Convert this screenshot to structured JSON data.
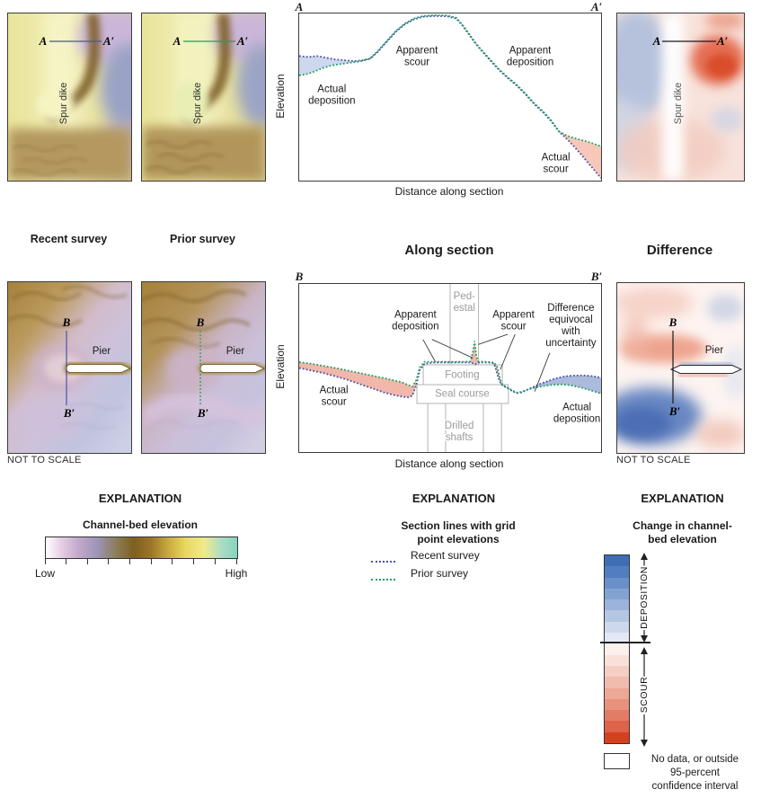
{
  "palette": {
    "recent_line": "#4853a8",
    "prior_line": "#1ea25c",
    "diff_line": "#1a1a1a",
    "scour_fill": "#f2b7ab",
    "deposition_fill": "#acbadd",
    "structure_gray": "#b4b4b4"
  },
  "row_spur": {
    "maps": {
      "recent": {
        "caption": "Recent survey",
        "start": "A",
        "end": "A′",
        "feature": "Spur dike"
      },
      "prior": {
        "caption": "Prior survey",
        "start": "A",
        "end": "A′",
        "feature": "Spur dike"
      },
      "diff": {
        "caption": "Difference",
        "start": "A",
        "end": "A′",
        "feature": "Spur dike"
      }
    }
  },
  "row_pier": {
    "not_to_scale": "NOT TO SCALE",
    "maps": {
      "recent": {
        "start": "B",
        "end": "B′",
        "feature": "Pier"
      },
      "prior": {
        "start": "B",
        "end": "B′",
        "feature": "Pier"
      },
      "diff": {
        "start": "B",
        "end": "B′",
        "feature": "Pier"
      }
    }
  },
  "chart_data": [
    {
      "id": "section-a",
      "type": "line",
      "caption": "Along section",
      "endpoints": [
        "A",
        "A′"
      ],
      "xlabel": "Distance along section",
      "ylabel": "Elevation",
      "grid": false,
      "series": [
        {
          "name": "Recent survey",
          "color": "#4853a8",
          "points": [
            [
              0,
              74.5
            ],
            [
              3,
              74
            ],
            [
              6,
              74.5
            ],
            [
              9,
              73.5
            ],
            [
              12,
              72.5
            ],
            [
              15,
              72
            ],
            [
              18,
              71.5
            ],
            [
              21,
              72
            ],
            [
              23.5,
              73
            ],
            [
              26,
              77
            ],
            [
              29,
              83
            ],
            [
              32,
              89
            ],
            [
              35,
              93.5
            ],
            [
              38,
              96.5
            ],
            [
              41,
              98
            ],
            [
              45,
              98.5
            ],
            [
              49,
              98.3
            ],
            [
              52,
              97
            ],
            [
              54,
              93
            ],
            [
              56,
              88
            ],
            [
              58,
              83
            ],
            [
              60,
              78.5
            ],
            [
              63,
              72.5
            ],
            [
              66,
              66.5
            ],
            [
              69,
              61.5
            ],
            [
              72,
              57
            ],
            [
              75,
              51.5
            ],
            [
              78,
              45.5
            ],
            [
              81,
              40.5
            ],
            [
              83.5,
              35.5
            ],
            [
              86,
              29.5
            ],
            [
              88,
              26
            ],
            [
              90,
              22.5
            ],
            [
              93,
              16.5
            ],
            [
              96,
              10
            ],
            [
              100,
              1.5
            ]
          ]
        },
        {
          "name": "Prior survey",
          "color": "#1ea25c",
          "points": [
            [
              0,
              63
            ],
            [
              2,
              63.5
            ],
            [
              4,
              64.5
            ],
            [
              6,
              66
            ],
            [
              8,
              67.5
            ],
            [
              10,
              68.5
            ],
            [
              12,
              69.3
            ],
            [
              14,
              69.8
            ],
            [
              16,
              70.3
            ],
            [
              18,
              70.8
            ],
            [
              20,
              71.3
            ],
            [
              22,
              72.2
            ],
            [
              23.5,
              73
            ],
            [
              26,
              77.5
            ],
            [
              29,
              83.5
            ],
            [
              32,
              89.5
            ],
            [
              35,
              94
            ],
            [
              38,
              97
            ],
            [
              41,
              98.5
            ],
            [
              45,
              99
            ],
            [
              49,
              98.8
            ],
            [
              52,
              97.5
            ],
            [
              54,
              93.5
            ],
            [
              56,
              88.5
            ],
            [
              58,
              83.5
            ],
            [
              60,
              79
            ],
            [
              63,
              73
            ],
            [
              66,
              67
            ],
            [
              69,
              62
            ],
            [
              72,
              57.5
            ],
            [
              75,
              52
            ],
            [
              78,
              46
            ],
            [
              81,
              41
            ],
            [
              83.5,
              36
            ],
            [
              86,
              29.5
            ],
            [
              88,
              27.5
            ],
            [
              90,
              26
            ],
            [
              93,
              24.5
            ],
            [
              96,
              23
            ],
            [
              100,
              20.5
            ]
          ]
        }
      ],
      "fills": [
        {
          "label": "Actual deposition",
          "color": "#cdd7ee",
          "between": [
            0,
            1
          ],
          "x_range": [
            0,
            23.5
          ]
        },
        {
          "label": "Actual scour",
          "color": "#f7c8ba",
          "between": [
            1,
            0
          ],
          "x_range": [
            86,
            100
          ]
        }
      ],
      "annotations": [
        {
          "lines": [
            "Apparent",
            "scour"
          ],
          "x": 39,
          "y": 24
        },
        {
          "lines": [
            "Apparent",
            "deposition"
          ],
          "x": 76.5,
          "y": 24
        },
        {
          "lines": [
            "Actual",
            "deposition"
          ],
          "x": 10.8,
          "y": 47
        },
        {
          "lines": [
            "Actual",
            "scour"
          ],
          "x": 85,
          "y": 88
        }
      ]
    },
    {
      "id": "section-b",
      "type": "line",
      "endpoints": [
        "B",
        "B′"
      ],
      "xlabel": "Distance along section",
      "ylabel": "Elevation",
      "grid": false,
      "series": [
        {
          "name": "Recent survey",
          "color": "#4853a8",
          "points": [
            [
              0,
              50
            ],
            [
              4,
              48.5
            ],
            [
              8,
              47
            ],
            [
              12,
              45
            ],
            [
              16,
              43
            ],
            [
              20,
              40.5
            ],
            [
              24,
              38
            ],
            [
              28,
              35.5
            ],
            [
              31,
              34
            ],
            [
              34,
              33
            ],
            [
              36,
              32.5
            ],
            [
              37.5,
              33.5
            ],
            [
              38.8,
              40
            ],
            [
              40,
              49
            ],
            [
              41.5,
              52.5
            ],
            [
              44,
              53.2
            ],
            [
              48,
              53.3
            ],
            [
              52,
              53.3
            ],
            [
              55,
              53.3
            ],
            [
              57,
              53.2
            ],
            [
              58.3,
              52.2
            ],
            [
              59.5,
              53.2
            ],
            [
              61,
              53.3
            ],
            [
              63,
              53.2
            ],
            [
              64.5,
              52.8
            ],
            [
              65.2,
              49
            ],
            [
              66,
              44
            ],
            [
              66.8,
              40.5
            ],
            [
              68,
              39
            ],
            [
              69.5,
              37.5
            ],
            [
              71,
              35.8
            ],
            [
              72.5,
              35
            ],
            [
              73.5,
              35.4
            ],
            [
              75,
              36.6
            ],
            [
              77,
              38.3
            ],
            [
              79.5,
              40.3
            ],
            [
              82,
              42
            ],
            [
              85,
              43.8
            ],
            [
              88,
              45
            ],
            [
              91,
              45.5
            ],
            [
              94,
              45.6
            ],
            [
              97,
              45.2
            ],
            [
              100,
              44.3
            ]
          ]
        },
        {
          "name": "Prior survey",
          "color": "#1ea25c",
          "points": [
            [
              0,
              53.5
            ],
            [
              4,
              52.5
            ],
            [
              8,
              51.3
            ],
            [
              12,
              50
            ],
            [
              16,
              48.5
            ],
            [
              20,
              47
            ],
            [
              24,
              45.5
            ],
            [
              28,
              44
            ],
            [
              31,
              42.8
            ],
            [
              34,
              41.5
            ],
            [
              36,
              40
            ],
            [
              37.5,
              38.8
            ],
            [
              38.8,
              43
            ],
            [
              40,
              50.5
            ],
            [
              41.5,
              53.7
            ],
            [
              44,
              53.7
            ],
            [
              48,
              53.7
            ],
            [
              52,
              53.7
            ],
            [
              55,
              53.7
            ],
            [
              56.8,
              53.9
            ],
            [
              57.6,
              60
            ],
            [
              58.1,
              66
            ],
            [
              58.7,
              57
            ],
            [
              59.3,
              53.9
            ],
            [
              61,
              53.7
            ],
            [
              63,
              53.5
            ],
            [
              64.5,
              53.2
            ],
            [
              65.5,
              51
            ],
            [
              66.2,
              46
            ],
            [
              66.9,
              41.5
            ],
            [
              67.5,
              39.8
            ],
            [
              69,
              38.4
            ],
            [
              70.5,
              36.8
            ],
            [
              72,
              35.4
            ],
            [
              73.5,
              35.8
            ],
            [
              75.5,
              37
            ],
            [
              78,
              38.3
            ],
            [
              81,
              39.3
            ],
            [
              84,
              40
            ],
            [
              87,
              40.2
            ],
            [
              90,
              39.7
            ],
            [
              93,
              38.5
            ],
            [
              96,
              37
            ],
            [
              98,
              35.9
            ],
            [
              100,
              34.7
            ]
          ]
        }
      ],
      "fills": [
        {
          "label": "Actual scour",
          "color": "#f2b7ab",
          "between": [
            1,
            0
          ],
          "x_range": [
            0,
            38.8
          ]
        },
        {
          "label": "Apparent scour pedestal",
          "color": "#f2b7ab",
          "between": [
            1,
            0
          ],
          "x_range": [
            56.8,
            59.3
          ]
        },
        {
          "label": "Apparent scour footing",
          "color": "#f2b7ab",
          "between": [
            0,
            1
          ],
          "x_range": [
            64.5,
            67.5
          ]
        },
        {
          "label": "Actual deposition",
          "color": "#acbadd",
          "between": [
            0,
            1
          ],
          "x_range": [
            73.5,
            100
          ]
        }
      ],
      "structures": {
        "vlines": [
          {
            "x": 50,
            "y1": 0,
            "y2": 48
          },
          {
            "x": 59.4,
            "y1": 0,
            "y2": 48
          },
          {
            "x": 42.6,
            "y1": 71.1,
            "y2": 100
          },
          {
            "x": 48.5,
            "y1": 71.1,
            "y2": 100
          },
          {
            "x": 61,
            "y1": 71.1,
            "y2": 100
          },
          {
            "x": 67,
            "y1": 71.1,
            "y2": 100
          }
        ],
        "boxes": [
          {
            "x1": 41.1,
            "y1": 48.1,
            "x2": 67.3,
            "y2": 59.9
          },
          {
            "x1": 39,
            "y1": 59.9,
            "x2": 69.3,
            "y2": 71.1
          }
        ]
      },
      "leaders": [
        [
          [
            41,
            33
          ],
          [
            45,
            46
          ]
        ],
        [
          [
            44,
            33
          ],
          [
            57.5,
            44
          ]
        ],
        [
          [
            69,
            30
          ],
          [
            59.3,
            36
          ]
        ],
        [
          [
            71.5,
            30
          ],
          [
            66.6,
            51
          ]
        ],
        [
          [
            83,
            41
          ],
          [
            78,
            64
          ]
        ]
      ],
      "annotations": [
        {
          "lines": [
            "Apparent",
            "deposition"
          ],
          "x": 38.5,
          "y": 20
        },
        {
          "lines": [
            "Apparent",
            "scour"
          ],
          "x": 71,
          "y": 20
        },
        {
          "lines": [
            "Difference",
            "equivocal",
            "with",
            "uncertainty"
          ],
          "x": 90,
          "y": 16
        },
        {
          "lines": [
            "Actual",
            "scour"
          ],
          "x": 11.5,
          "y": 65
        },
        {
          "lines": [
            "Actual",
            "deposition"
          ],
          "x": 92,
          "y": 75
        },
        {
          "lines": [
            "Ped-",
            "estal"
          ],
          "x": 54.7,
          "y": 9,
          "color": "#9b9b9b"
        },
        {
          "lines": [
            "Footing"
          ],
          "x": 54,
          "y": 56,
          "color": "#9b9b9b"
        },
        {
          "lines": [
            "Seal course"
          ],
          "x": 54,
          "y": 67,
          "color": "#9b9b9b"
        },
        {
          "lines": [
            "Drilled",
            "shafts"
          ],
          "x": 53,
          "y": 86,
          "color": "#9b9b9b"
        }
      ]
    }
  ],
  "explanations": {
    "left": {
      "title": "EXPLANATION",
      "heading": "Channel-bed elevation",
      "low": "Low",
      "high": "High",
      "tick_count": 10,
      "gradient": [
        [
          "#ffffff",
          0
        ],
        [
          "#e6cfe4",
          8
        ],
        [
          "#c3a8cd",
          17
        ],
        [
          "#9c95b8",
          27
        ],
        [
          "#8c7c57",
          37
        ],
        [
          "#7e5f21",
          46
        ],
        [
          "#9a752a",
          55
        ],
        [
          "#c9aa3e",
          64
        ],
        [
          "#ead75e",
          73
        ],
        [
          "#f0e98e",
          83
        ],
        [
          "#a8ddc6",
          92
        ],
        [
          "#86d4bf",
          100
        ]
      ]
    },
    "middle": {
      "title": "EXPLANATION",
      "heading": "Section lines with grid\npoint elevations",
      "items": [
        {
          "label": "Recent survey",
          "color": "#4853a8"
        },
        {
          "label": "Prior survey",
          "color": "#1ea25c"
        }
      ]
    },
    "right": {
      "title": "EXPLANATION",
      "heading": "Change in channel-\nbed elevation",
      "deposition": "DEPOSITION",
      "scour": "SCOUR",
      "no_data": "No data, or outside\n95-percent\nconfidence interval",
      "blue_steps": [
        "#3f6db6",
        "#527dbf",
        "#6a90c9",
        "#83a2d2",
        "#9cb4db",
        "#b5c6e4",
        "#cdd8ec",
        "#e3e9f4"
      ],
      "red_steps": [
        "#fcf0ed",
        "#f9e0d9",
        "#f5cec4",
        "#f1bbad",
        "#eda795",
        "#e8927e",
        "#e37c64",
        "#dd6349",
        "#d54020"
      ]
    }
  }
}
